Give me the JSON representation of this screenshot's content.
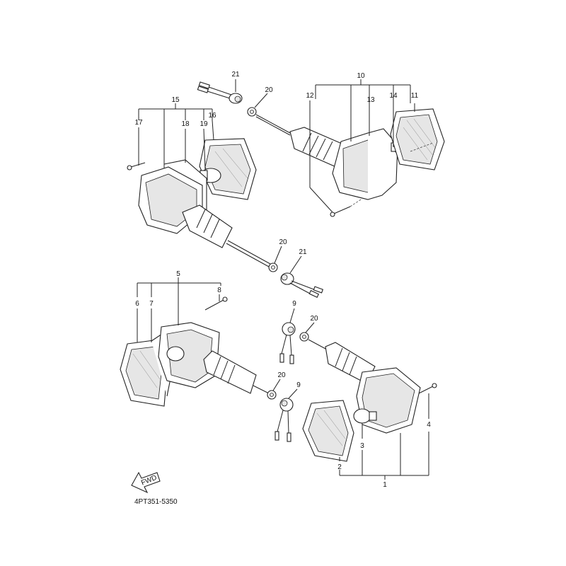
{
  "diagram": {
    "part_code": "4PT351-5350",
    "fwd_text": "FWD",
    "callouts": [
      {
        "id": "21",
        "text": "21"
      },
      {
        "id": "20",
        "text": "20"
      },
      {
        "id": "10",
        "text": "10"
      },
      {
        "id": "12",
        "text": "12"
      },
      {
        "id": "13",
        "text": "13"
      },
      {
        "id": "14",
        "text": "14"
      },
      {
        "id": "11",
        "text": "11"
      },
      {
        "id": "15",
        "text": "15"
      },
      {
        "id": "16",
        "text": "16"
      },
      {
        "id": "17",
        "text": "17"
      },
      {
        "id": "18",
        "text": "18"
      },
      {
        "id": "19",
        "text": "19"
      },
      {
        "id": "20b",
        "text": "20"
      },
      {
        "id": "21b",
        "text": "21"
      },
      {
        "id": "5",
        "text": "5"
      },
      {
        "id": "8",
        "text": "8"
      },
      {
        "id": "6",
        "text": "6"
      },
      {
        "id": "7",
        "text": "7"
      },
      {
        "id": "9",
        "text": "9"
      },
      {
        "id": "20c",
        "text": "20"
      },
      {
        "id": "20d",
        "text": "20"
      },
      {
        "id": "9b",
        "text": "9"
      },
      {
        "id": "4",
        "text": "4"
      },
      {
        "id": "3",
        "text": "3"
      },
      {
        "id": "2",
        "text": "2"
      },
      {
        "id": "1",
        "text": "1"
      }
    ]
  }
}
